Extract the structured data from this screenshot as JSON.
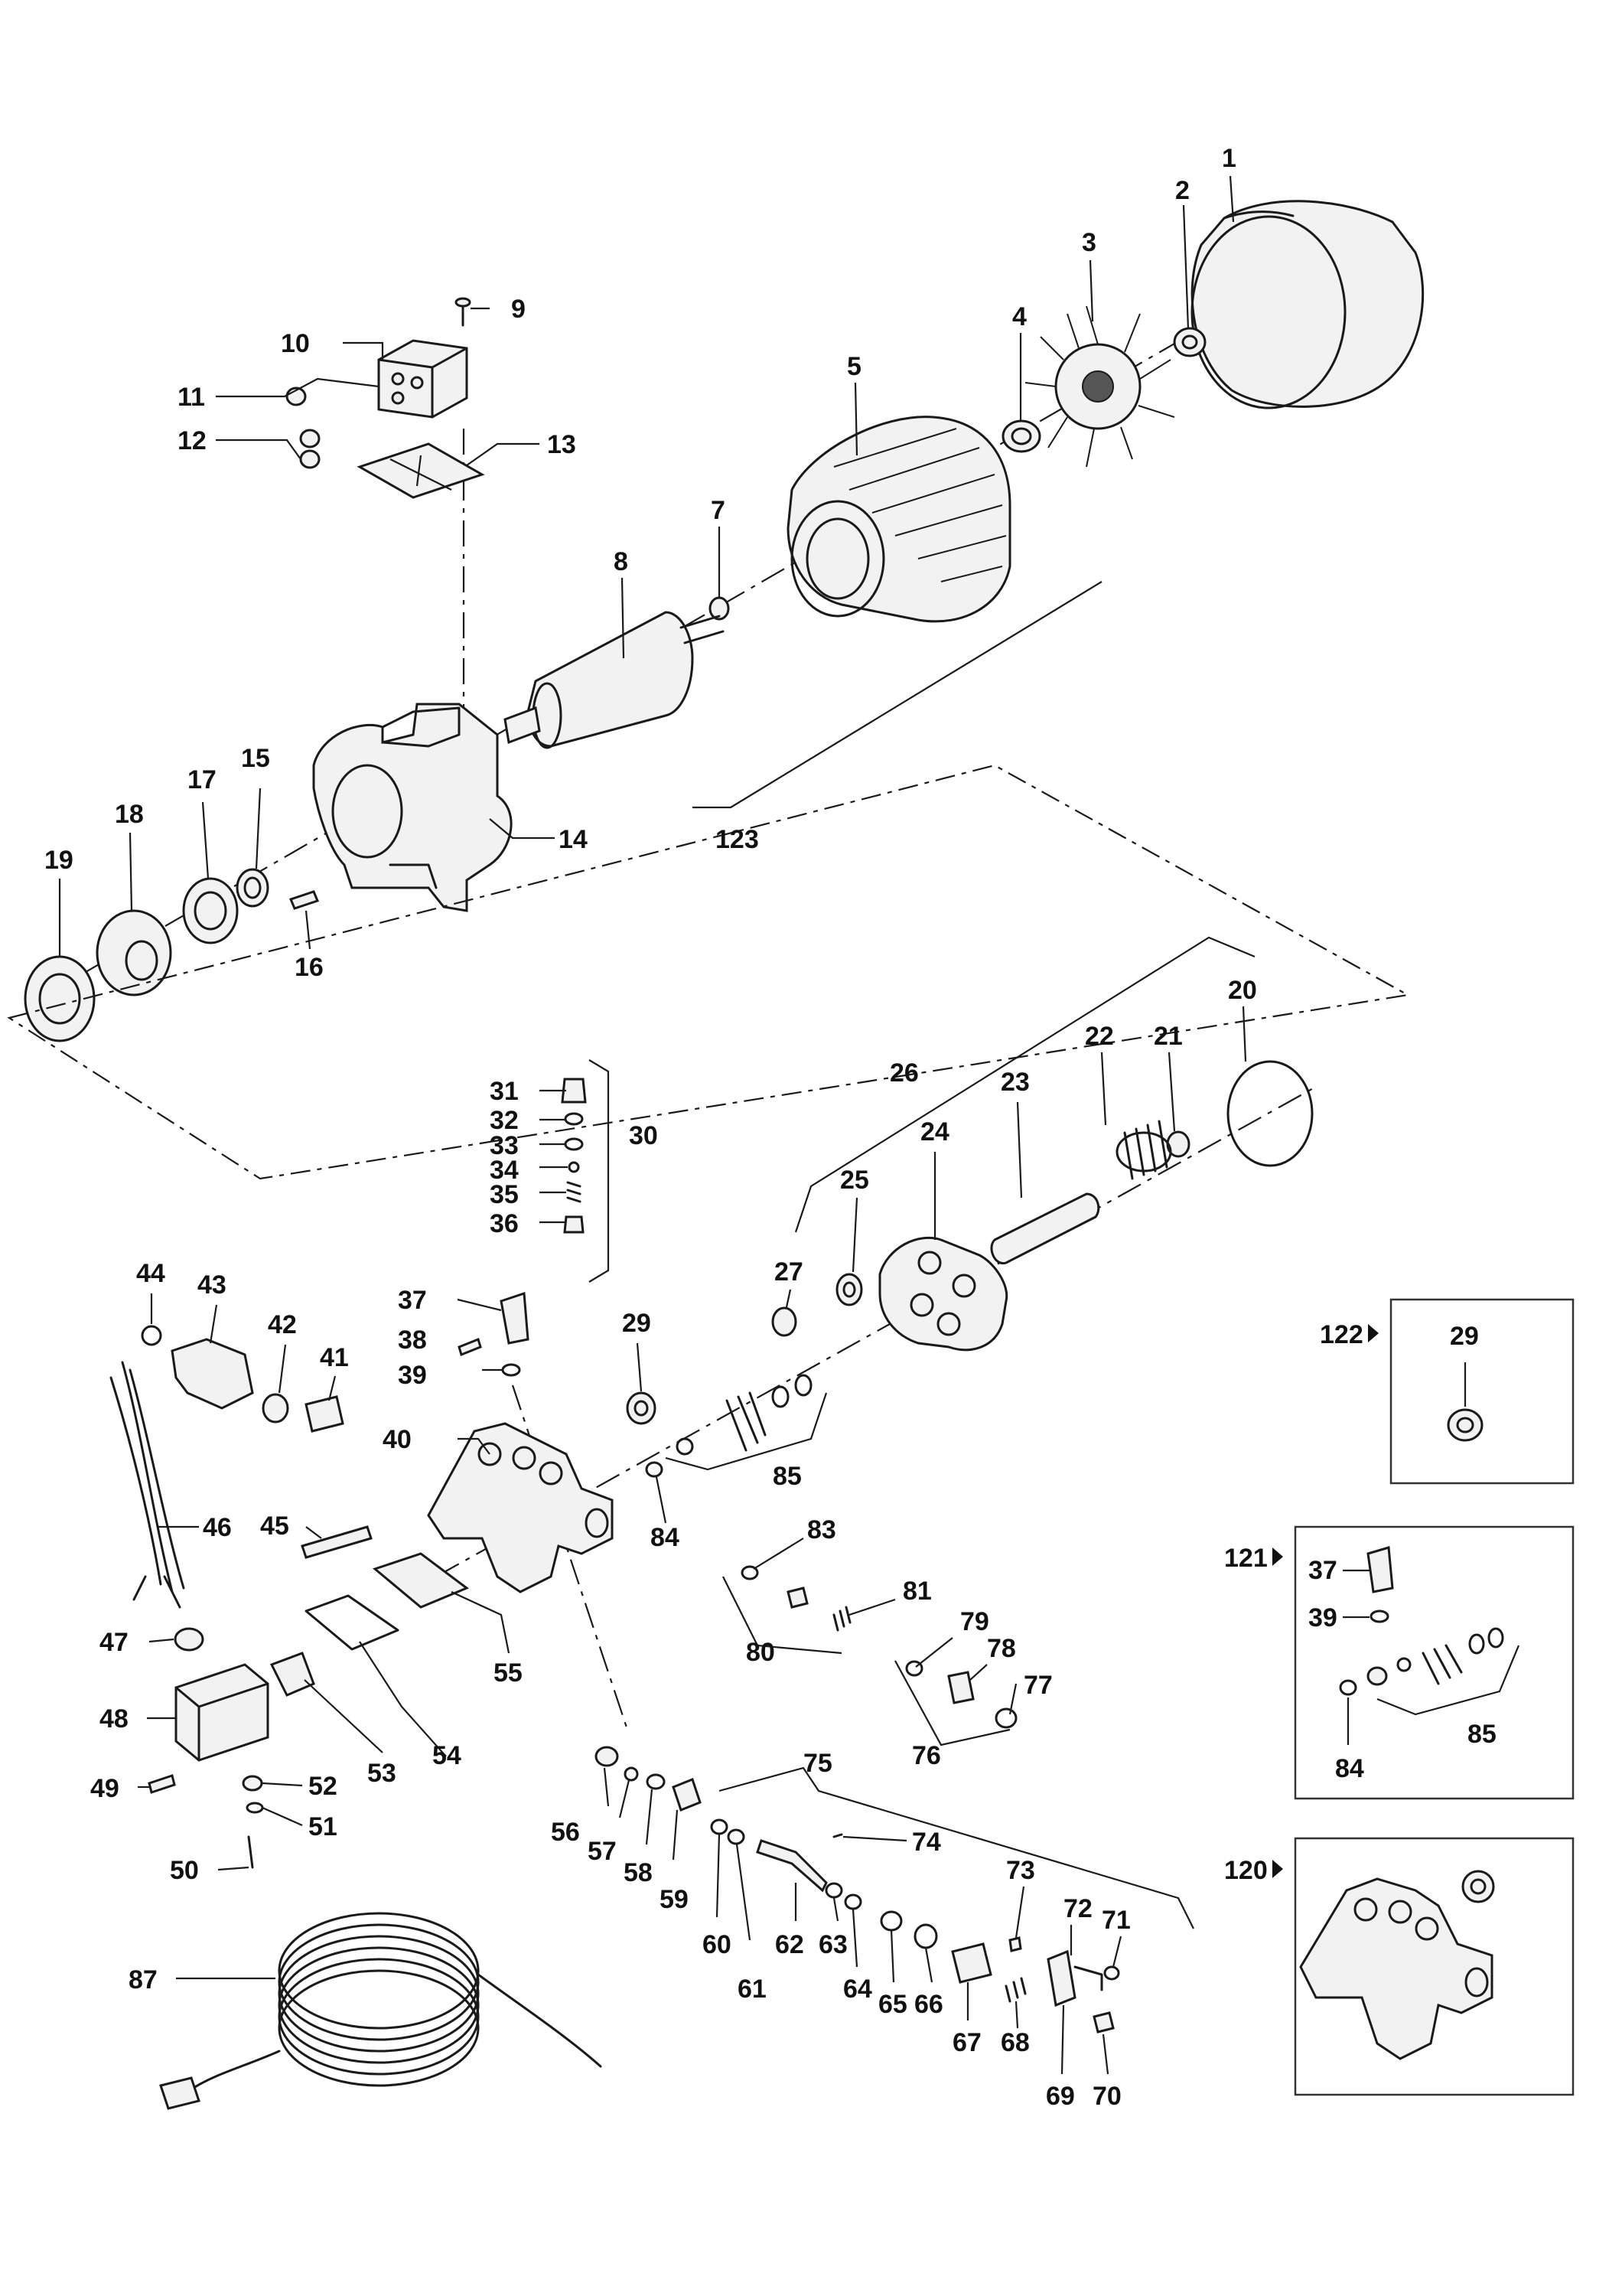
{
  "labels": {
    "n1": "1",
    "n2": "2",
    "n3": "3",
    "n4": "4",
    "n5": "5",
    "n7": "7",
    "n8": "8",
    "n9": "9",
    "n10": "10",
    "n11": "11",
    "n12": "12",
    "n13": "13",
    "n14": "14",
    "n15": "15",
    "n16": "16",
    "n17": "17",
    "n18": "18",
    "n19": "19",
    "n20": "20",
    "n21": "21",
    "n22": "22",
    "n23": "23",
    "n24": "24",
    "n25": "25",
    "n26": "26",
    "n27": "27",
    "n29": "29",
    "n30": "30",
    "n31": "31",
    "n32": "32",
    "n33": "33",
    "n34": "34",
    "n35": "35",
    "n36": "36",
    "n37": "37",
    "n38": "38",
    "n39": "39",
    "n40": "40",
    "n41": "41",
    "n42": "42",
    "n43": "43",
    "n44": "44",
    "n45": "45",
    "n46": "46",
    "n47": "47",
    "n48": "48",
    "n49": "49",
    "n50": "50",
    "n51": "51",
    "n52": "52",
    "n53": "53",
    "n54": "54",
    "n55": "55",
    "n56": "56",
    "n57": "57",
    "n58": "58",
    "n59": "59",
    "n60": "60",
    "n61": "61",
    "n62": "62",
    "n63": "63",
    "n64": "64",
    "n65": "65",
    "n66": "66",
    "n67": "67",
    "n68": "68",
    "n69": "69",
    "n70": "70",
    "n71": "71",
    "n72": "72",
    "n73": "73",
    "n74": "74",
    "n75": "75",
    "n76": "76",
    "n77": "77",
    "n78": "78",
    "n79": "79",
    "n80": "80",
    "n81": "81",
    "n83": "83",
    "n84": "84",
    "n85": "85",
    "n87": "87",
    "n123": "123"
  },
  "kits": {
    "k122": "122",
    "k122_part29": "29",
    "k121": "121",
    "k121_part37": "37",
    "k121_part39": "39",
    "k121_part84": "84",
    "k121_part85": "85",
    "k120": "120"
  }
}
